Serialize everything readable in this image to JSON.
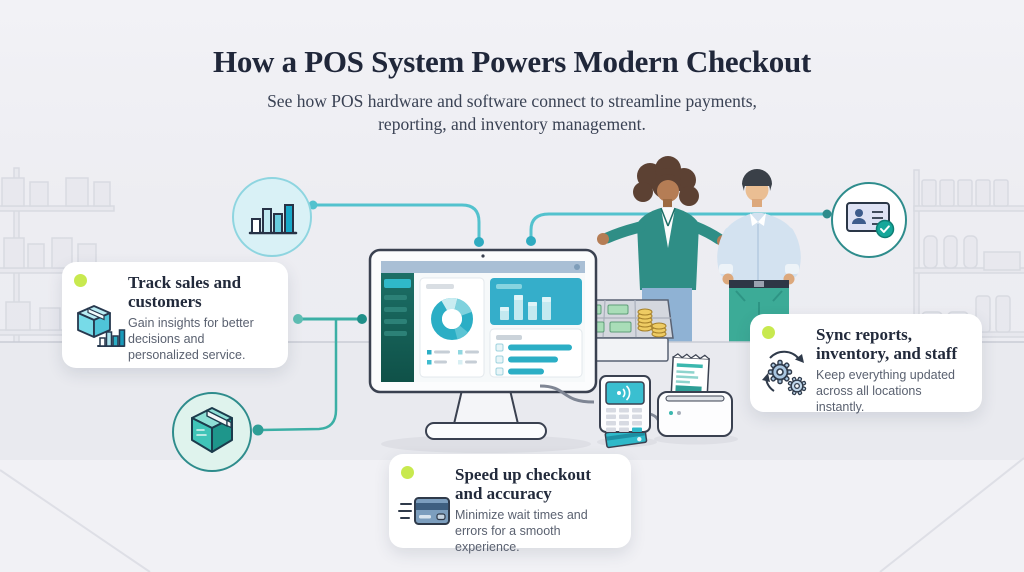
{
  "header": {
    "title": "How a POS System Powers Modern Checkout",
    "subtitle": "See how POS hardware and software connect to streamline payments, reporting, and inventory management."
  },
  "cards": {
    "track": {
      "title": "Track sales and customers",
      "description": "Gain insights for better decisions and personalized service.",
      "icon": "package-bar-chart-icon"
    },
    "sync": {
      "title": "Sync reports, inventory, and staff",
      "description": "Keep everything updated across all locations instantly.",
      "icon": "sync-gears-icon"
    },
    "speed": {
      "title": "Speed up checkout and accuracy",
      "description": "Minimize wait times and errors for a smooth experience.",
      "icon": "credit-card-swipe-icon"
    }
  },
  "nodes": {
    "analytics": {
      "icon": "bar-chart-icon"
    },
    "customer": {
      "icon": "id-card-check-icon"
    },
    "inventory": {
      "icon": "package-box-icon"
    }
  },
  "colors": {
    "accent_teal": "#2bafc4",
    "deep_teal": "#2e8c85",
    "line_cyan": "#53c2ce",
    "lime_dot": "#c8e94f",
    "navy_text": "#20273a",
    "body_text": "#5a6170",
    "background": "#ededf2",
    "screen_sidebar": "#16615a",
    "person_jacket": "#2f8e86",
    "person_shirt": "#d3e2f0"
  }
}
